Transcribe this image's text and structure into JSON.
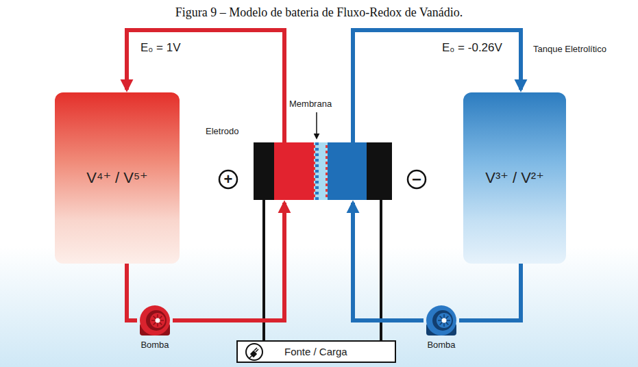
{
  "diagram": {
    "title": "Figura 9 – Modelo de bateria de Fluxo-Redox de Vanádio.",
    "nodes": [
      {
        "text": [
          "V⁴⁺ / V⁵⁺"
        ]
      },
      {
        "text": [
          "V³⁺ / V²⁺"
        ]
      },
      {
        "text": [
          "Bomba"
        ]
      },
      {
        "text": [
          "Bomba"
        ]
      },
      {
        "text": [
          "Fonte / Carga"
        ]
      }
    ],
    "edges": [
      {
        "from": 0,
        "to": 2,
        "arrow": "none"
      },
      {
        "from": 1,
        "to": 3,
        "arrow": "none"
      }
    ],
    "labels": [
      "E₀ = 1V",
      "E₀ = -0.26V",
      "Tanque Eletrolítico",
      "Membrana",
      "Eletrodo",
      "+",
      "−"
    ]
  }
}
